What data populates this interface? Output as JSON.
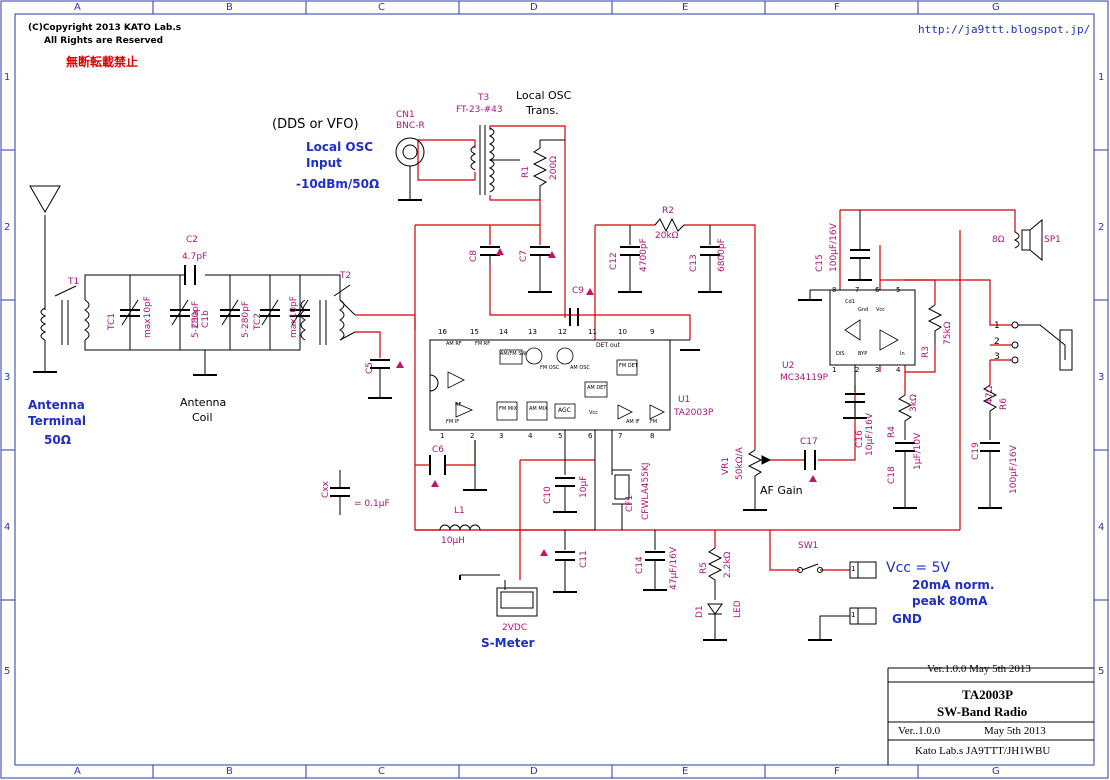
{
  "header": {
    "copyright": "(C)Copyright 2013 KATO Lab.s",
    "rights": "All Rights are Reserved",
    "no_reprint": "無断転載禁止",
    "url": "http://ja9ttt.blogspot.jp/"
  },
  "grid": {
    "cols": [
      "A",
      "B",
      "C",
      "D",
      "E",
      "F",
      "G"
    ],
    "rows": [
      "1",
      "2",
      "3",
      "4",
      "5"
    ]
  },
  "labels": {
    "dds": "(DDS or VFO)",
    "local_osc_input_1": "Local OSC",
    "local_osc_input_2": "Input",
    "local_osc_level": "-10dBm/50Ω",
    "antenna_1": "Antenna",
    "antenna_2": "Terminal",
    "antenna_3": "50Ω",
    "antenna_coil_1": "Antenna",
    "antenna_coil_2": "Coil",
    "local_osc_trans_1": "Local OSC",
    "local_osc_trans_2": "Trans.",
    "af_gain": "AF Gain",
    "smeter_v": "2VDC",
    "smeter": "S-Meter",
    "vcc": "Vcc = 5V",
    "current_1": "20mA norm.",
    "current_2": "peak 80mA",
    "gnd": "GND",
    "cxx_val": "= 0.1μF"
  },
  "components": {
    "cn1": "CN1",
    "cn1_type": "BNC-R",
    "t3": "T3",
    "t3_type": "FT-23-#43",
    "t1": "T1",
    "t2": "T2",
    "r1": "R1",
    "r1_val": "200Ω",
    "r2": "R2",
    "r2_val": "20kΩ",
    "r3": "R3",
    "r3_val": "75kΩ",
    "r4": "R4",
    "r4_val": "3kΩ",
    "r5": "R5",
    "r5_val": "2.2kΩ",
    "r6": "R6",
    "r6_val": "47Ω",
    "c1a": "C1a",
    "c1a_val": "5-280pF",
    "c1b": "C1b",
    "c1b_val": "5-280pF",
    "c2": "C2",
    "c2_val": "4.7pF",
    "c5": "C5",
    "c6": "C6",
    "c7": "C7",
    "c8": "C8",
    "c9": "C9",
    "c10": "C10",
    "c10_val": "10μF",
    "c11": "C11",
    "c12": "C12",
    "c12_val": "4700pF",
    "c13": "C13",
    "c13_val": "6800pF",
    "c14": "C14",
    "c14_val": "47μF/16V",
    "c15": "C15",
    "c15_val": "100μF/16V",
    "c16": "C16",
    "c16_val": "10μF/16V",
    "c17": "C17",
    "c18": "C18",
    "c18_val": "1μF/10V",
    "c19": "C19",
    "c19_val": "100μF/16V",
    "cxx": "Cxx",
    "tc1": "TC1",
    "tc1_val": "max10pF",
    "tc2": "TC2",
    "tc2_val": "max10pF",
    "l1": "L1",
    "l1_val": "10μH",
    "vr1": "VR1",
    "vr1_val": "50kΩ/A",
    "cf1": "CF1",
    "cf1_type": "CFWLA455KJ",
    "u1": "U1",
    "u1_type": "TA2003P",
    "u2": "U2",
    "u2_type": "MC34119P",
    "d1": "D1",
    "d1_type": "LED",
    "sw1": "SW1",
    "sp1": "SP1",
    "sp1_val": "8Ω"
  },
  "ic_u1": {
    "pins_top": [
      "16",
      "15",
      "14",
      "13",
      "12",
      "11",
      "10",
      "9"
    ],
    "pins_bottom": [
      "1",
      "2",
      "3",
      "4",
      "5",
      "6",
      "7",
      "8"
    ],
    "blocks": [
      "AM RF",
      "FM RF",
      "AM/FM SW",
      "FM OSC",
      "AM OSC",
      "DET out",
      "FM DET",
      "AM DET",
      "FM MIX",
      "AM MIX",
      "AGC",
      "Vcc",
      "AM IF",
      "FM IF",
      "RF",
      "FM"
    ]
  },
  "ic_u2": {
    "pins_top": [
      "8",
      "7",
      "6",
      "5"
    ],
    "pins_bottom": [
      "1",
      "2",
      "3",
      "4"
    ],
    "blocks": [
      "Cd1",
      "Gnd",
      "Vcc",
      "DIS",
      "BYP",
      "In"
    ]
  },
  "connectors": {
    "sp_pins": [
      "1",
      "2",
      "3"
    ],
    "vcc_pin": "1",
    "gnd_pin": "1"
  },
  "title_block": {
    "ver_top": "Ver.1.0.0 May 5th 2013",
    "title": "TA2003P",
    "subtitle": "SW-Band Radio",
    "ver": "Ver..1.0.0",
    "date": "May 5th 2013",
    "author": "Kato Lab.s JA9TTT/JH1WBU"
  },
  "colors": {
    "wire": "#d40000",
    "line": "#000000",
    "text_mag": "#b0147a",
    "text_blue": "#1c2fc8",
    "accent_red": "#e00000",
    "border": "#2a3aa8"
  }
}
